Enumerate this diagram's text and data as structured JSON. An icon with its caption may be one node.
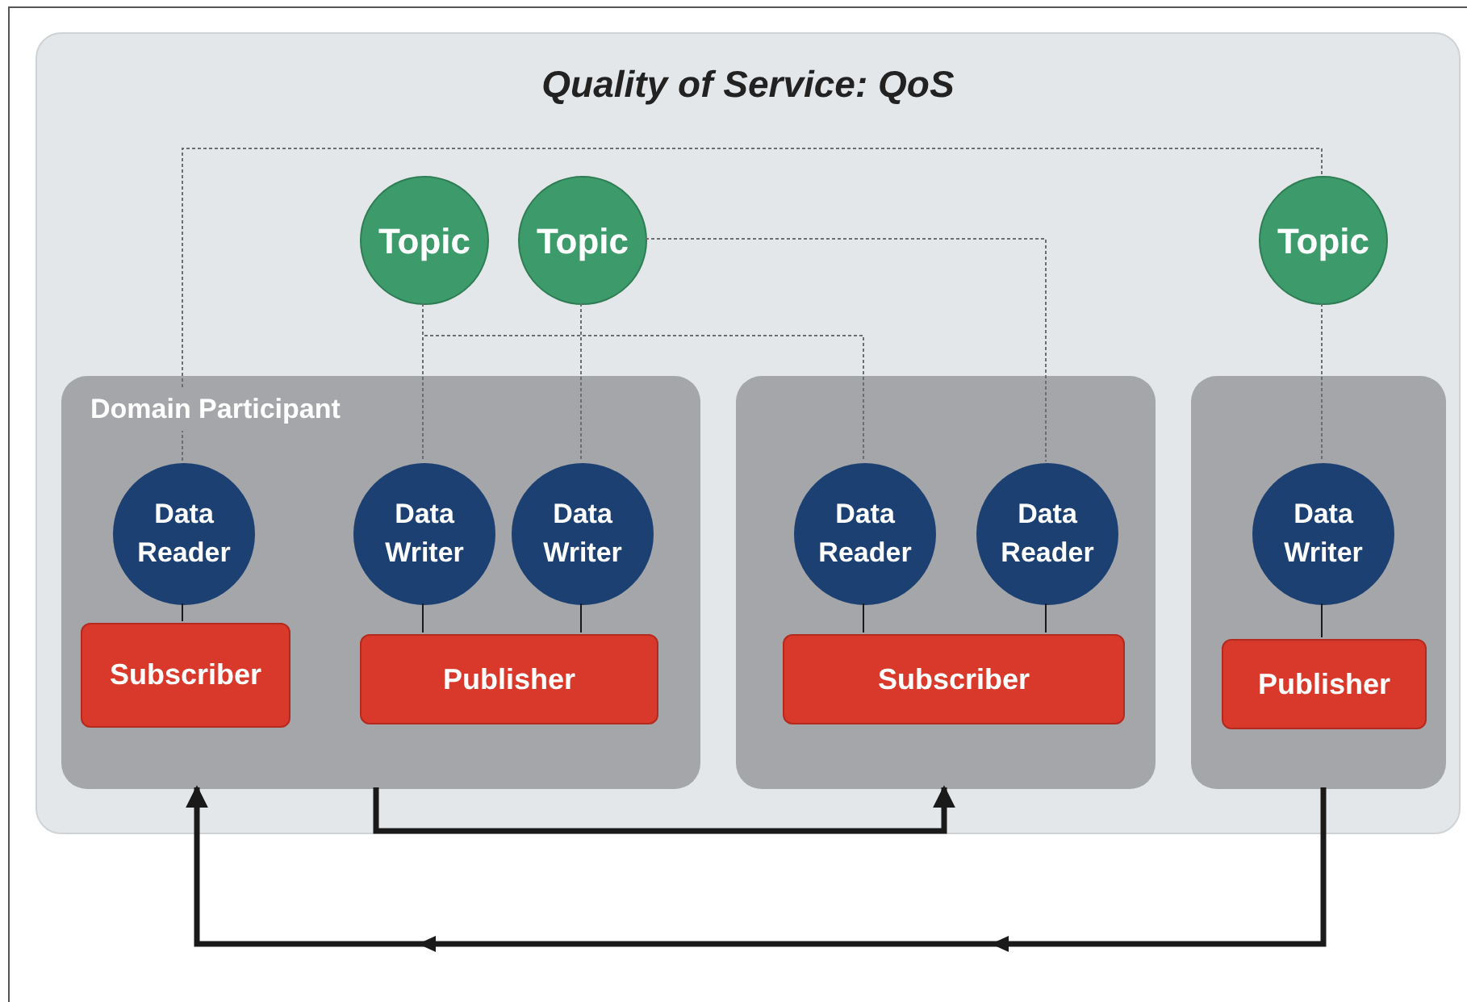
{
  "diagram": {
    "nodes": [
      {
        "text": [
          "Quality of Service: QoS"
        ]
      },
      {
        "text": [
          "Topic"
        ],
        "in": 0
      },
      {
        "text": [
          "Topic"
        ],
        "in": 0
      },
      {
        "text": [
          "Topic"
        ],
        "in": 0
      },
      {
        "text": [
          "Domain Participant"
        ],
        "in": 0
      },
      {
        "text": [],
        "shape": "box",
        "in": 0
      },
      {
        "text": [],
        "shape": "box",
        "in": 0
      },
      {
        "text": [
          "Data Reader"
        ],
        "in": 4
      },
      {
        "text": [
          "Data Writer"
        ],
        "in": 4
      },
      {
        "text": [
          "Data Writer"
        ],
        "in": 4
      },
      {
        "text": [
          "Subscriber"
        ],
        "in": 4
      },
      {
        "text": [
          "Publisher"
        ],
        "in": 4
      },
      {
        "text": [
          "Data Reader"
        ],
        "in": 5
      },
      {
        "text": [
          "Data Reader"
        ],
        "in": 5
      },
      {
        "text": [
          "Subscriber"
        ],
        "in": 5
      },
      {
        "text": [
          "Data Writer"
        ],
        "in": 6
      },
      {
        "text": [
          "Publisher"
        ],
        "in": 6
      }
    ],
    "edges": [
      {
        "from": 3,
        "to": 7,
        "arrow": "none",
        "style": "dashed"
      },
      {
        "from": 1,
        "to": 8,
        "arrow": "none",
        "style": "dashed"
      },
      {
        "from": 1,
        "to": 12,
        "arrow": "none",
        "style": "dashed"
      },
      {
        "from": 2,
        "to": 9,
        "arrow": "none",
        "style": "dashed"
      },
      {
        "from": 2,
        "to": 13,
        "arrow": "none",
        "style": "dashed"
      },
      {
        "from": 3,
        "to": 15,
        "arrow": "none",
        "style": "dashed"
      },
      {
        "from": 7,
        "to": 10,
        "arrow": "none"
      },
      {
        "from": 8,
        "to": 11,
        "arrow": "none"
      },
      {
        "from": 9,
        "to": 11,
        "arrow": "none"
      },
      {
        "from": 12,
        "to": 14,
        "arrow": "none"
      },
      {
        "from": 13,
        "to": 14,
        "arrow": "none"
      },
      {
        "from": 15,
        "to": 16,
        "arrow": "none"
      },
      {
        "from": 4,
        "to": 5,
        "arrow": "to",
        "style": "thick"
      },
      {
        "from": 6,
        "to": 4,
        "arrow": "to",
        "style": "thick"
      }
    ]
  }
}
